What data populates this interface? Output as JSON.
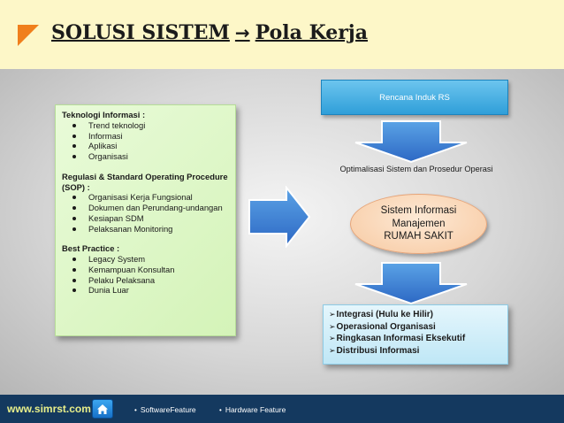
{
  "header": {
    "title_left": "SOLUSI SISTEM",
    "title_right": "Pola Kerja",
    "arrow_glyph": "→",
    "accent_color": "#f07f1c"
  },
  "left_box": {
    "sections": [
      {
        "title": "Teknologi Informasi :",
        "items": [
          "Trend teknologi",
          "Informasi",
          "Aplikasi",
          "Organisasi"
        ]
      },
      {
        "title": "Regulasi & Standard Operating Procedure (SOP) :",
        "items": [
          "Organisasi Kerja Fungsional",
          "Dokumen dan Perundang-undangan",
          "Kesiapan SDM",
          "Pelaksanan Monitoring"
        ]
      },
      {
        "title": "Best Practice :",
        "items": [
          "Legacy System",
          "Kemampuan Konsultan",
          "Pelaku Pelaksana",
          "Dunia Luar"
        ]
      }
    ]
  },
  "flow": {
    "top_box": "Rencana Induk RS",
    "optim_label": "Optimalisasi  Sistem dan Prosedur Operasi",
    "ellipse_lines": [
      "Sistem Informasi",
      "Manajemen",
      "RUMAH SAKIT"
    ],
    "results_prefix": "➢",
    "results": [
      "Integrasi (Hulu ke Hilir)",
      "Operasional  Organisasi",
      "Ringkasan Informasi Eksekutif",
      "Distribusi Informasi"
    ]
  },
  "footer": {
    "site": "www.simrst.com",
    "bullet": "•",
    "links": [
      "SoftwareFeature",
      "Hardware Feature"
    ],
    "home_icon": "home-icon"
  }
}
